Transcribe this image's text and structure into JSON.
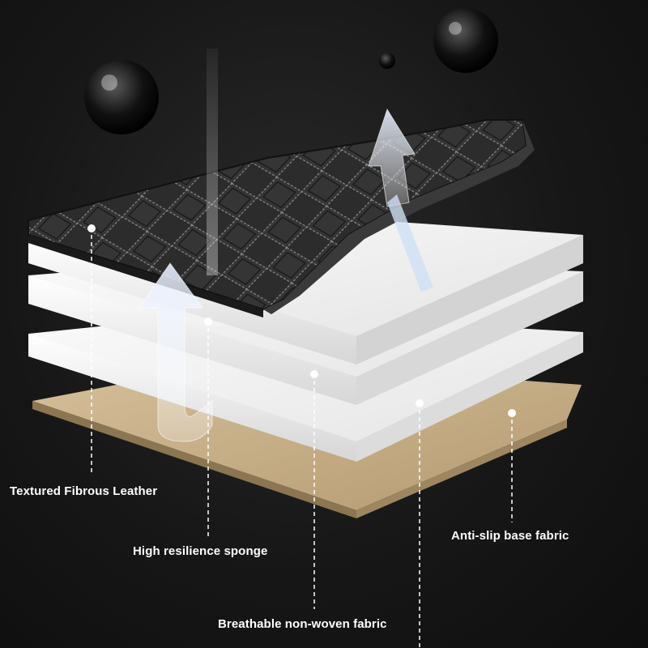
{
  "labels": {
    "leather": "Textured Fibrous Leather",
    "sponge": "High resilience sponge",
    "nonwoven": "Breathable non-woven fabric",
    "antislip": "Anti-slip base fabric"
  },
  "colors": {
    "background": "#151515",
    "leather": "#2b2b2b",
    "stitching": "#8a8a8a",
    "sponge": "#f2f2f2",
    "base_fabric": "#c8b08a",
    "label_text": "#ffffff"
  },
  "icons": [
    "water-droplet-icon",
    "air-flow-arrow-icon",
    "callout-dot-icon"
  ]
}
